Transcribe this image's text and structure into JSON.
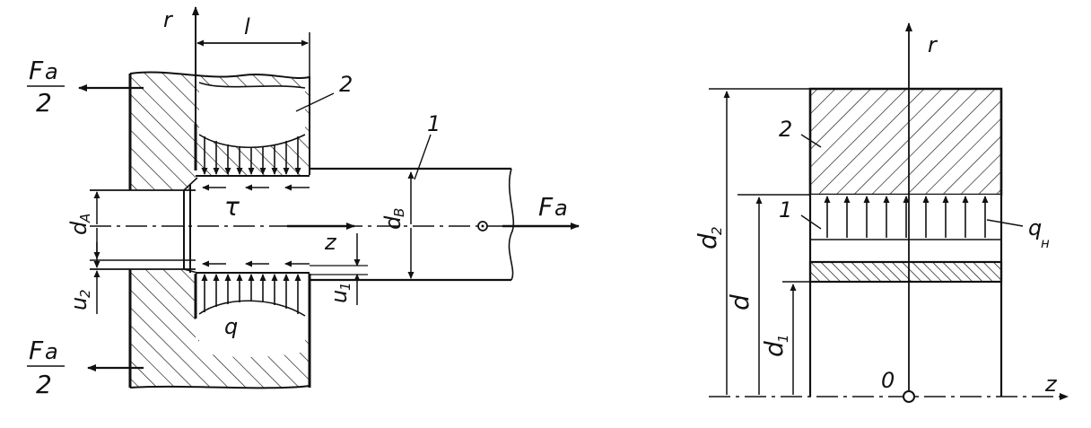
{
  "left_figure": {
    "labels": {
      "r": "r",
      "l": "l",
      "fa_num_top": "F",
      "fa_num_top_sub": "a",
      "fa_den_top": "2",
      "fa_num_bot": "F",
      "fa_num_bot_sub": "a",
      "fa_den_bot": "2",
      "fa_right": "F",
      "fa_right_sub": "a",
      "part2": "2",
      "part1": "1",
      "tau": "τ",
      "z": "z",
      "q": "q",
      "dA": "d",
      "dA_sub": "A",
      "dB": "d",
      "dB_sub": "B",
      "u2": "u",
      "u2_sub": "2",
      "u1": "u",
      "u1_sub": "1"
    }
  },
  "right_figure": {
    "labels": {
      "r": "r",
      "z": "z",
      "o": "0",
      "part2": "2",
      "part1": "1",
      "qH": "q",
      "qH_sub": "н",
      "d2": "d",
      "d2_sub": "2",
      "d": "d",
      "d1": "d",
      "d1_sub": "1"
    }
  },
  "colors": {
    "ink": "#111111",
    "background": "#ffffff"
  }
}
